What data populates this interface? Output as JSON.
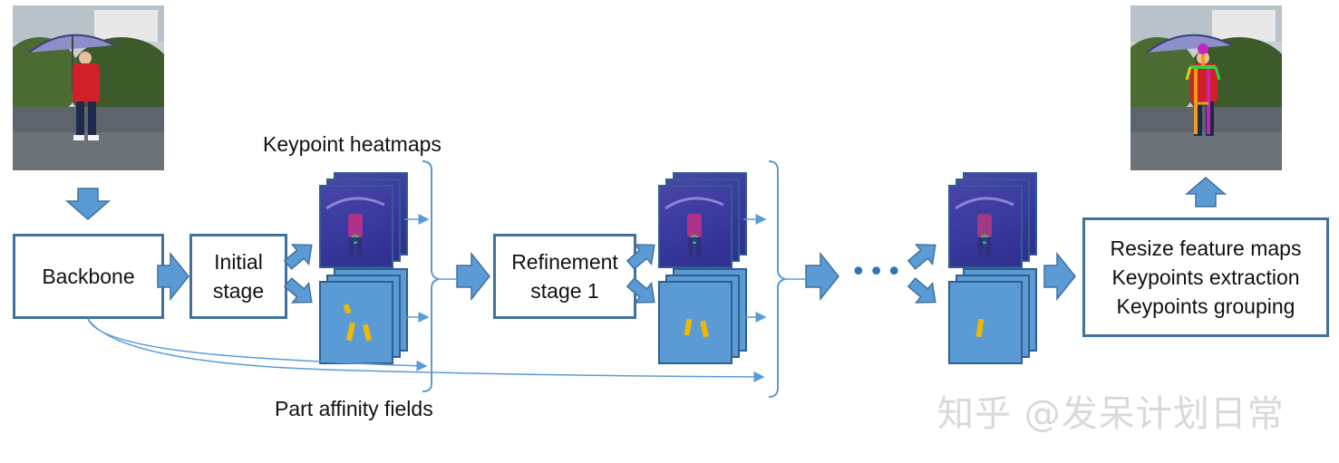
{
  "labels": {
    "keypoint_heatmaps": "Keypoint heatmaps",
    "part_affinity_fields": "Part affinity fields",
    "ellipsis": "•••"
  },
  "boxes": {
    "backbone": "Backbone",
    "initial_stage_line1": "Initial",
    "initial_stage_line2": "stage",
    "refinement_line1": "Refinement",
    "refinement_line2": "stage 1",
    "output_line1": "Resize feature maps",
    "output_line2": "Keypoints extraction",
    "output_line3": "Keypoints grouping"
  },
  "watermark": "知乎 @发呆计划日常",
  "colors": {
    "arrow_fill": "#5b9bd5",
    "box_border": "#41719c",
    "connector": "#5b9bd5",
    "paf_bar": "#f2b800",
    "skeleton_orange": "#f39a1c",
    "skeleton_green": "#2fd43c"
  }
}
